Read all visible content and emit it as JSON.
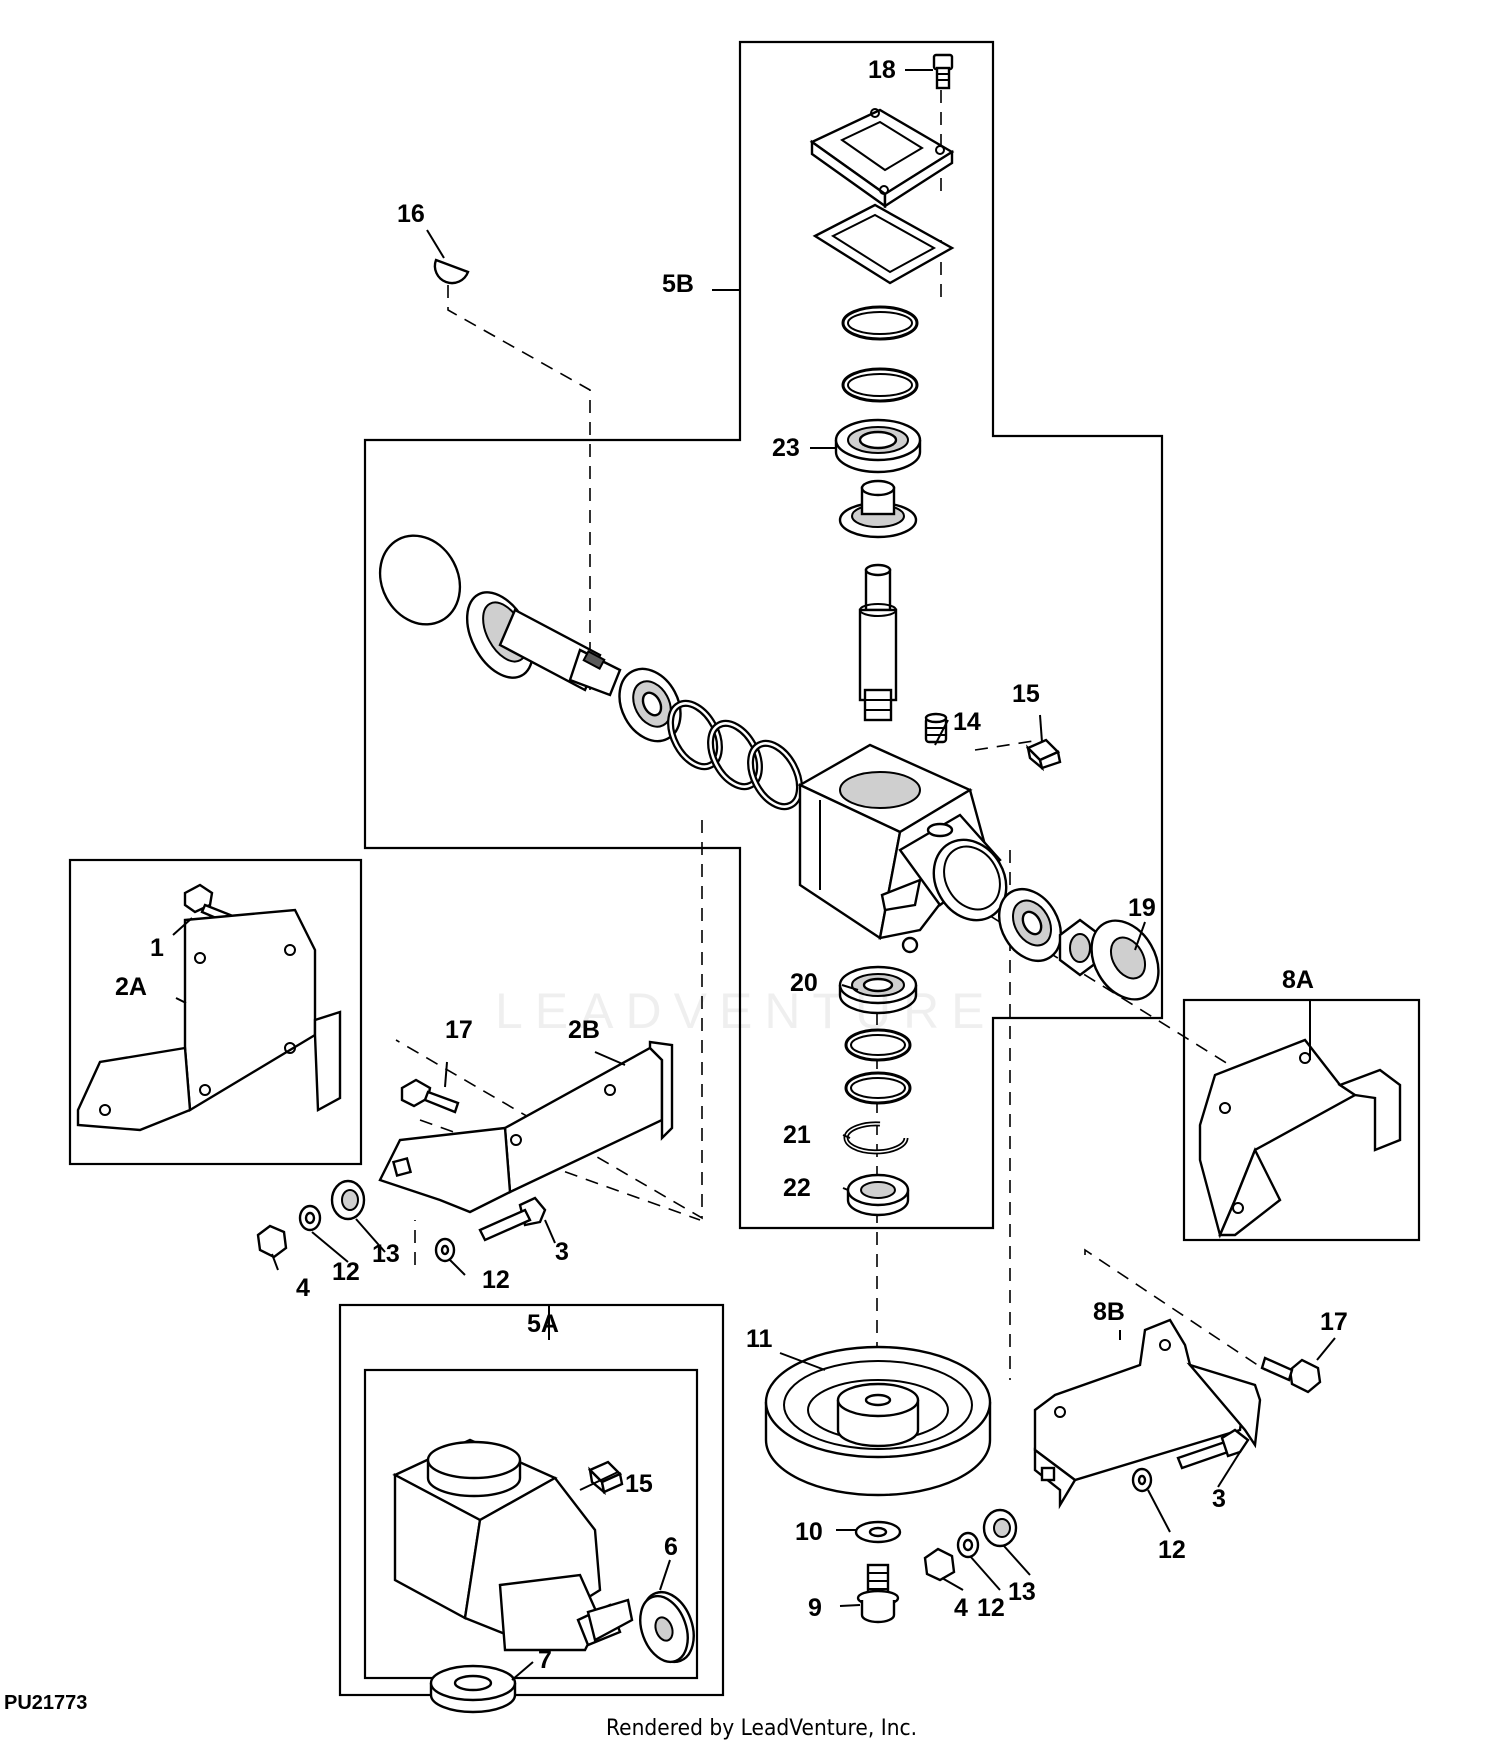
{
  "diagram": {
    "callouts": {
      "c1": "1",
      "c2A": "2A",
      "c2B": "2B",
      "c3a": "3",
      "c3b": "3",
      "c4a": "4",
      "c4b": "4",
      "c5A": "5A",
      "c5B": "5B",
      "c6": "6",
      "c7": "7",
      "c8A": "8A",
      "c8B": "8B",
      "c9": "9",
      "c10": "10",
      "c11": "11",
      "c12a": "12",
      "c12b": "12",
      "c12c": "12",
      "c12d": "12",
      "c13a": "13",
      "c13b": "13",
      "c14": "14",
      "c15a": "15",
      "c15b": "15",
      "c16": "16",
      "c17a": "17",
      "c17b": "17",
      "c18": "18",
      "c19": "19",
      "c20": "20",
      "c21": "21",
      "c22": "22",
      "c23": "23"
    },
    "figure_id": "PU21773",
    "credit": "Rendered by LeadVenture, Inc.",
    "watermark": "LEADVENTURE"
  }
}
